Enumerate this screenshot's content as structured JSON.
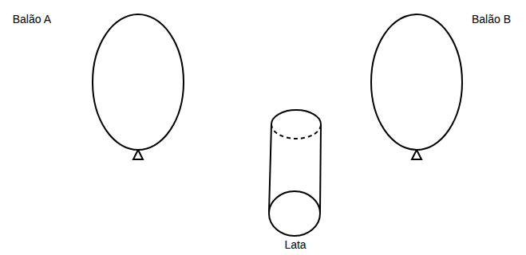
{
  "diagram": {
    "nodes": [
      {
        "text": [
          "Balão A"
        ]
      },
      {
        "text": [
          "Balão B"
        ]
      },
      {
        "text": [
          "Lata"
        ]
      }
    ]
  }
}
